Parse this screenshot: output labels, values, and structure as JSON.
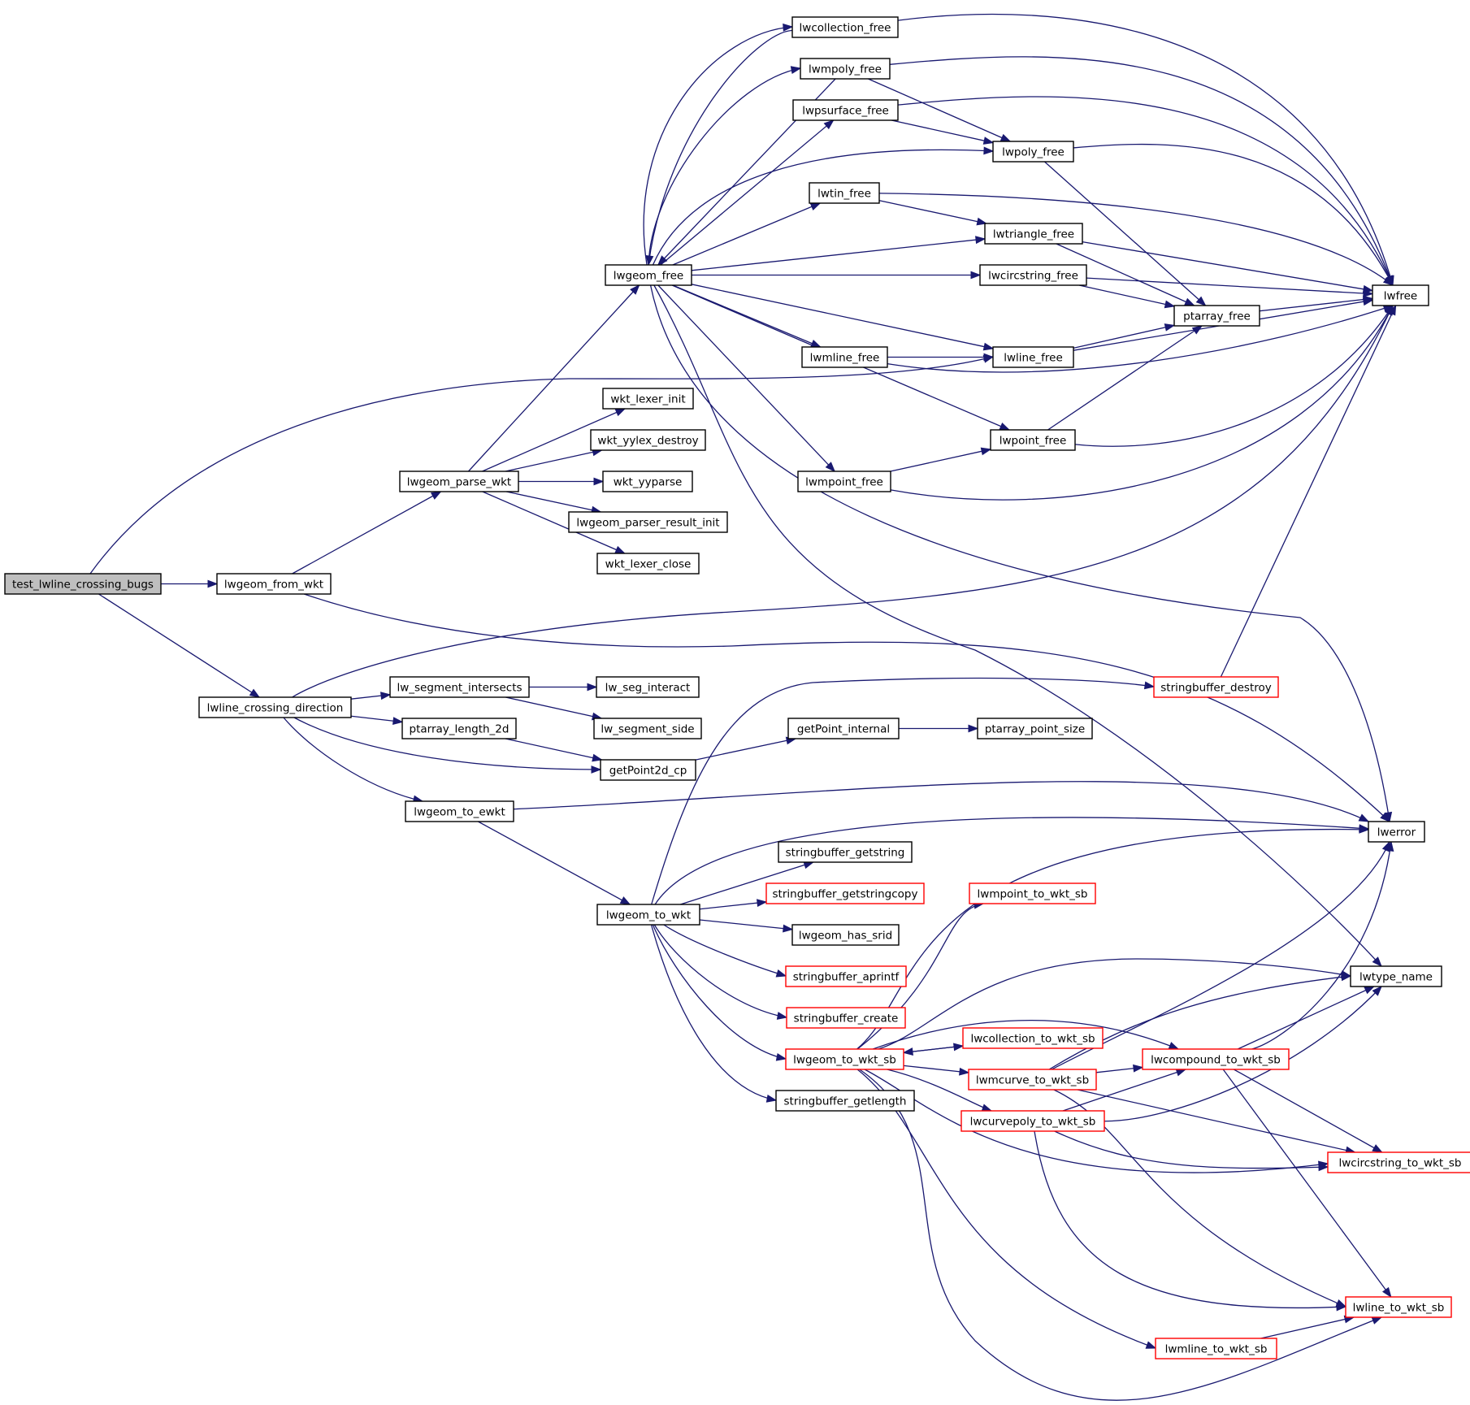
{
  "colors": {
    "edge": "#191970",
    "node_border": "#000000",
    "truncated_node_border": "#ff0000",
    "root_fill": "#bfbfbf",
    "node_fill": "#ffffff"
  },
  "nodes": [
    {
      "id": "test_lwline_crossing_bugs",
      "label": "test_lwline_crossing_bugs",
      "root": true
    },
    {
      "id": "lwgeom_from_wkt",
      "label": "lwgeom_from_wkt"
    },
    {
      "id": "lwline_crossing_direction",
      "label": "lwline_crossing_direction"
    },
    {
      "id": "lwgeom_parse_wkt",
      "label": "lwgeom_parse_wkt"
    },
    {
      "id": "lwgeom_free",
      "label": "lwgeom_free"
    },
    {
      "id": "wkt_lexer_init",
      "label": "wkt_lexer_init"
    },
    {
      "id": "wkt_yylex_destroy",
      "label": "wkt_yylex_destroy"
    },
    {
      "id": "wkt_yyparse",
      "label": "wkt_yyparse"
    },
    {
      "id": "lwgeom_parser_result_init",
      "label": "lwgeom_parser_result_init"
    },
    {
      "id": "wkt_lexer_close",
      "label": "wkt_lexer_close"
    },
    {
      "id": "lw_segment_intersects",
      "label": "lw_segment_intersects"
    },
    {
      "id": "ptarray_length_2d",
      "label": "ptarray_length_2d"
    },
    {
      "id": "getPoint2d_cp",
      "label": "getPoint2d_cp"
    },
    {
      "id": "lwgeom_to_ewkt",
      "label": "lwgeom_to_ewkt"
    },
    {
      "id": "lw_seg_interact",
      "label": "lw_seg_interact"
    },
    {
      "id": "lw_segment_side",
      "label": "lw_segment_side"
    },
    {
      "id": "getPoint_internal",
      "label": "getPoint_internal"
    },
    {
      "id": "ptarray_point_size",
      "label": "ptarray_point_size"
    },
    {
      "id": "lwgeom_to_wkt",
      "label": "lwgeom_to_wkt"
    },
    {
      "id": "lwcollection_free",
      "label": "lwcollection_free"
    },
    {
      "id": "lwmpoly_free",
      "label": "lwmpoly_free"
    },
    {
      "id": "lwpsurface_free",
      "label": "lwpsurface_free"
    },
    {
      "id": "lwpoly_free",
      "label": "lwpoly_free"
    },
    {
      "id": "lwtin_free",
      "label": "lwtin_free"
    },
    {
      "id": "lwtriangle_free",
      "label": "lwtriangle_free"
    },
    {
      "id": "lwcircstring_free",
      "label": "lwcircstring_free"
    },
    {
      "id": "ptarray_free",
      "label": "ptarray_free"
    },
    {
      "id": "lwmline_free",
      "label": "lwmline_free"
    },
    {
      "id": "lwline_free",
      "label": "lwline_free"
    },
    {
      "id": "lwpoint_free",
      "label": "lwpoint_free"
    },
    {
      "id": "lwmpoint_free",
      "label": "lwmpoint_free"
    },
    {
      "id": "lwfree",
      "label": "lwfree"
    },
    {
      "id": "lwerror",
      "label": "lwerror"
    },
    {
      "id": "lwtype_name",
      "label": "lwtype_name"
    },
    {
      "id": "stringbuffer_destroy",
      "label": "stringbuffer_destroy",
      "truncated": true
    },
    {
      "id": "stringbuffer_getstring",
      "label": "stringbuffer_getstring"
    },
    {
      "id": "stringbuffer_getstringcopy",
      "label": "stringbuffer_getstringcopy",
      "truncated": true
    },
    {
      "id": "lwgeom_has_srid",
      "label": "lwgeom_has_srid"
    },
    {
      "id": "stringbuffer_aprintf",
      "label": "stringbuffer_aprintf",
      "truncated": true
    },
    {
      "id": "stringbuffer_create",
      "label": "stringbuffer_create",
      "truncated": true
    },
    {
      "id": "lwgeom_to_wkt_sb",
      "label": "lwgeom_to_wkt_sb",
      "truncated": true
    },
    {
      "id": "stringbuffer_getlength",
      "label": "stringbuffer_getlength"
    },
    {
      "id": "lwmpoint_to_wkt_sb",
      "label": "lwmpoint_to_wkt_sb",
      "truncated": true
    },
    {
      "id": "lwcollection_to_wkt_sb",
      "label": "lwcollection_to_wkt_sb",
      "truncated": true
    },
    {
      "id": "lwmcurve_to_wkt_sb",
      "label": "lwmcurve_to_wkt_sb",
      "truncated": true
    },
    {
      "id": "lwcurvepoly_to_wkt_sb",
      "label": "lwcurvepoly_to_wkt_sb",
      "truncated": true
    },
    {
      "id": "lwcompound_to_wkt_sb",
      "label": "lwcompound_to_wkt_sb",
      "truncated": true
    },
    {
      "id": "lwcircstring_to_wkt_sb",
      "label": "lwcircstring_to_wkt_sb",
      "truncated": true
    },
    {
      "id": "lwline_to_wkt_sb",
      "label": "lwline_to_wkt_sb",
      "truncated": true
    },
    {
      "id": "lwmline_to_wkt_sb",
      "label": "lwmline_to_wkt_sb",
      "truncated": true
    }
  ],
  "edges": [
    [
      "test_lwline_crossing_bugs",
      "lwgeom_from_wkt"
    ],
    [
      "test_lwline_crossing_bugs",
      "lwline_free"
    ],
    [
      "test_lwline_crossing_bugs",
      "lwline_crossing_direction"
    ],
    [
      "lwgeom_from_wkt",
      "lwgeom_parse_wkt"
    ],
    [
      "lwgeom_from_wkt",
      "lwerror"
    ],
    [
      "lwgeom_parse_wkt",
      "lwgeom_free"
    ],
    [
      "lwgeom_parse_wkt",
      "wkt_lexer_init"
    ],
    [
      "lwgeom_parse_wkt",
      "wkt_yylex_destroy"
    ],
    [
      "lwgeom_parse_wkt",
      "wkt_yyparse"
    ],
    [
      "lwgeom_parse_wkt",
      "lwgeom_parser_result_init"
    ],
    [
      "lwgeom_parse_wkt",
      "wkt_lexer_close"
    ],
    [
      "lwgeom_free",
      "lwcollection_free"
    ],
    [
      "lwgeom_free",
      "lwmpoly_free"
    ],
    [
      "lwgeom_free",
      "lwpsurface_free"
    ],
    [
      "lwgeom_free",
      "lwpoly_free"
    ],
    [
      "lwgeom_free",
      "lwtin_free"
    ],
    [
      "lwgeom_free",
      "lwtriangle_free"
    ],
    [
      "lwgeom_free",
      "lwcircstring_free"
    ],
    [
      "lwgeom_free",
      "lwmline_free"
    ],
    [
      "lwgeom_free",
      "lwline_free"
    ],
    [
      "lwgeom_free",
      "lwpoint_free"
    ],
    [
      "lwgeom_free",
      "lwmpoint_free"
    ],
    [
      "lwgeom_free",
      "lwerror"
    ],
    [
      "lwgeom_free",
      "lwtype_name"
    ],
    [
      "lwcollection_free",
      "lwgeom_free"
    ],
    [
      "lwcollection_free",
      "lwfree"
    ],
    [
      "lwmpoly_free",
      "lwgeom_free"
    ],
    [
      "lwmpoly_free",
      "lwpoly_free"
    ],
    [
      "lwmpoly_free",
      "lwfree"
    ],
    [
      "lwpsurface_free",
      "lwpoly_free"
    ],
    [
      "lwpsurface_free",
      "lwfree"
    ],
    [
      "lwpoly_free",
      "ptarray_free"
    ],
    [
      "lwpoly_free",
      "lwfree"
    ],
    [
      "lwtin_free",
      "lwtriangle_free"
    ],
    [
      "lwtin_free",
      "lwfree"
    ],
    [
      "lwtriangle_free",
      "ptarray_free"
    ],
    [
      "lwtriangle_free",
      "lwfree"
    ],
    [
      "lwcircstring_free",
      "ptarray_free"
    ],
    [
      "lwcircstring_free",
      "lwfree"
    ],
    [
      "ptarray_free",
      "lwfree"
    ],
    [
      "lwmline_free",
      "lwline_free"
    ],
    [
      "lwmline_free",
      "lwfree"
    ],
    [
      "lwline_free",
      "ptarray_free"
    ],
    [
      "lwline_free",
      "lwfree"
    ],
    [
      "lwpoint_free",
      "ptarray_free"
    ],
    [
      "lwpoint_free",
      "lwfree"
    ],
    [
      "lwmpoint_free",
      "lwpoint_free"
    ],
    [
      "lwmpoint_free",
      "lwfree"
    ],
    [
      "lwline_crossing_direction",
      "lwfree"
    ],
    [
      "lwline_crossing_direction",
      "lw_segment_intersects"
    ],
    [
      "lwline_crossing_direction",
      "ptarray_length_2d"
    ],
    [
      "lwline_crossing_direction",
      "getPoint2d_cp"
    ],
    [
      "lwline_crossing_direction",
      "lwgeom_to_ewkt"
    ],
    [
      "lw_segment_intersects",
      "lw_seg_interact"
    ],
    [
      "lw_segment_intersects",
      "lw_segment_side"
    ],
    [
      "ptarray_length_2d",
      "getPoint2d_cp"
    ],
    [
      "getPoint2d_cp",
      "getPoint_internal"
    ],
    [
      "getPoint_internal",
      "ptarray_point_size"
    ],
    [
      "lwgeom_to_ewkt",
      "lwerror"
    ],
    [
      "lwgeom_to_ewkt",
      "lwgeom_to_wkt"
    ],
    [
      "stringbuffer_destroy",
      "lwfree"
    ],
    [
      "lwgeom_to_wkt",
      "stringbuffer_destroy"
    ],
    [
      "lwgeom_to_wkt",
      "lwerror"
    ],
    [
      "lwgeom_to_wkt",
      "stringbuffer_getstring"
    ],
    [
      "lwgeom_to_wkt",
      "stringbuffer_getstringcopy"
    ],
    [
      "lwgeom_to_wkt",
      "lwgeom_has_srid"
    ],
    [
      "lwgeom_to_wkt",
      "stringbuffer_aprintf"
    ],
    [
      "lwgeom_to_wkt",
      "stringbuffer_create"
    ],
    [
      "lwgeom_to_wkt",
      "lwgeom_to_wkt_sb"
    ],
    [
      "lwgeom_to_wkt",
      "stringbuffer_getlength"
    ],
    [
      "lwgeom_to_wkt_sb",
      "lwerror"
    ],
    [
      "lwgeom_to_wkt_sb",
      "lwmpoint_to_wkt_sb"
    ],
    [
      "lwgeom_to_wkt_sb",
      "lwtype_name"
    ],
    [
      "lwgeom_to_wkt_sb",
      "lwcollection_to_wkt_sb"
    ],
    [
      "lwgeom_to_wkt_sb",
      "lwcompound_to_wkt_sb"
    ],
    [
      "lwgeom_to_wkt_sb",
      "lwmcurve_to_wkt_sb"
    ],
    [
      "lwgeom_to_wkt_sb",
      "lwcurvepoly_to_wkt_sb"
    ],
    [
      "lwgeom_to_wkt_sb",
      "lwcircstring_to_wkt_sb"
    ],
    [
      "lwgeom_to_wkt_sb",
      "lwmline_to_wkt_sb"
    ],
    [
      "lwgeom_to_wkt_sb",
      "lwline_to_wkt_sb"
    ],
    [
      "lwcollection_to_wkt_sb",
      "lwgeom_to_wkt_sb"
    ],
    [
      "lwmcurve_to_wkt_sb",
      "lwerror"
    ],
    [
      "lwmcurve_to_wkt_sb",
      "lwtype_name"
    ],
    [
      "lwmcurve_to_wkt_sb",
      "lwcompound_to_wkt_sb"
    ],
    [
      "lwmcurve_to_wkt_sb",
      "lwcircstring_to_wkt_sb"
    ],
    [
      "lwmcurve_to_wkt_sb",
      "lwline_to_wkt_sb"
    ],
    [
      "lwcurvepoly_to_wkt_sb",
      "lwtype_name"
    ],
    [
      "lwcurvepoly_to_wkt_sb",
      "lwcompound_to_wkt_sb"
    ],
    [
      "lwcurvepoly_to_wkt_sb",
      "lwcircstring_to_wkt_sb"
    ],
    [
      "lwcurvepoly_to_wkt_sb",
      "lwline_to_wkt_sb"
    ],
    [
      "lwcompound_to_wkt_sb",
      "lwerror"
    ],
    [
      "lwcompound_to_wkt_sb",
      "lwtype_name"
    ],
    [
      "lwcompound_to_wkt_sb",
      "lwcircstring_to_wkt_sb"
    ],
    [
      "lwcompound_to_wkt_sb",
      "lwline_to_wkt_sb"
    ],
    [
      "lwmline_to_wkt_sb",
      "lwline_to_wkt_sb"
    ]
  ]
}
